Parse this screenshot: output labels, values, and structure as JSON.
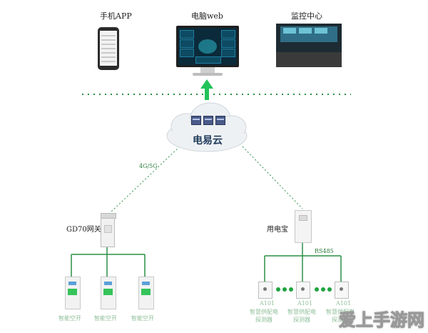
{
  "top": {
    "phone_label": "手机APP",
    "web_label": "电脑web",
    "center_label": "监控中心"
  },
  "cloud": {
    "label": "电易云"
  },
  "links": {
    "mobile_network": "4G/5G",
    "bus": "RS485"
  },
  "gateway": {
    "label": "GD70网关"
  },
  "cabinet": {
    "label": "用电宝"
  },
  "breakers": [
    "智能空开",
    "智能空开",
    "智能空开"
  ],
  "sensors": [
    {
      "model": "A101",
      "name_line1": "智慧供配电",
      "name_line2": "探测器"
    },
    {
      "model": "A101",
      "name_line1": "智慧供配电",
      "name_line2": "探测器"
    },
    {
      "model": "A101",
      "name_line1": "智慧供配电",
      "name_line2": "探测器"
    }
  ],
  "watermark": "爱上手游网",
  "colors": {
    "link_green": "#2a8f45",
    "arrow_green": "#22c35a",
    "cloud_fill": "#eef1f4"
  }
}
